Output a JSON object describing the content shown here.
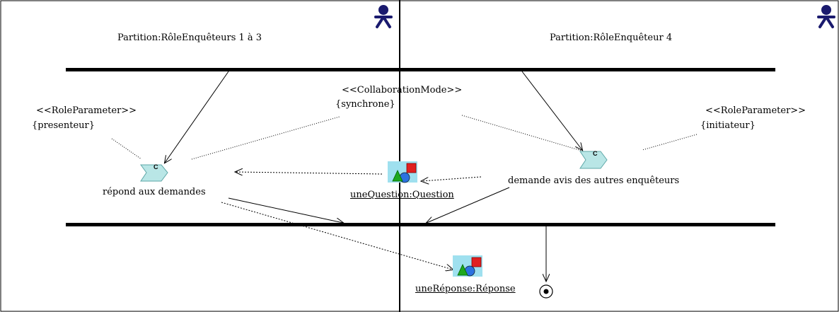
{
  "partitions": [
    {
      "label": "Partition:RôleEnquêteurs 1 à 3"
    },
    {
      "label": "Partition:RôleEnquêteur 4"
    }
  ],
  "collaboration": {
    "stereotype": "<<CollaborationMode>>",
    "constraint": "{synchrone}"
  },
  "role_params": [
    {
      "stereotype": "<<RoleParameter>>",
      "value": "{presenteur}"
    },
    {
      "stereotype": "<<RoleParameter>>",
      "value": "{initiateur}"
    }
  ],
  "actions": [
    {
      "label": "répond aux demandes",
      "badge": "C"
    },
    {
      "label": "demande avis des autres enquêteurs",
      "badge": "C"
    }
  ],
  "objects": [
    {
      "label": "uneQuestion:Question"
    },
    {
      "label": "uneRéponse:Réponse"
    }
  ],
  "colors": {
    "line": "#000000",
    "actor": "#1a1a6e",
    "action_fill": "#b9e6e6",
    "action_stroke": "#5fa8a8",
    "object_bg": "#9fe0ef",
    "triangle": "#1ea81e",
    "circle": "#2b72e0",
    "square": "#e02020"
  }
}
